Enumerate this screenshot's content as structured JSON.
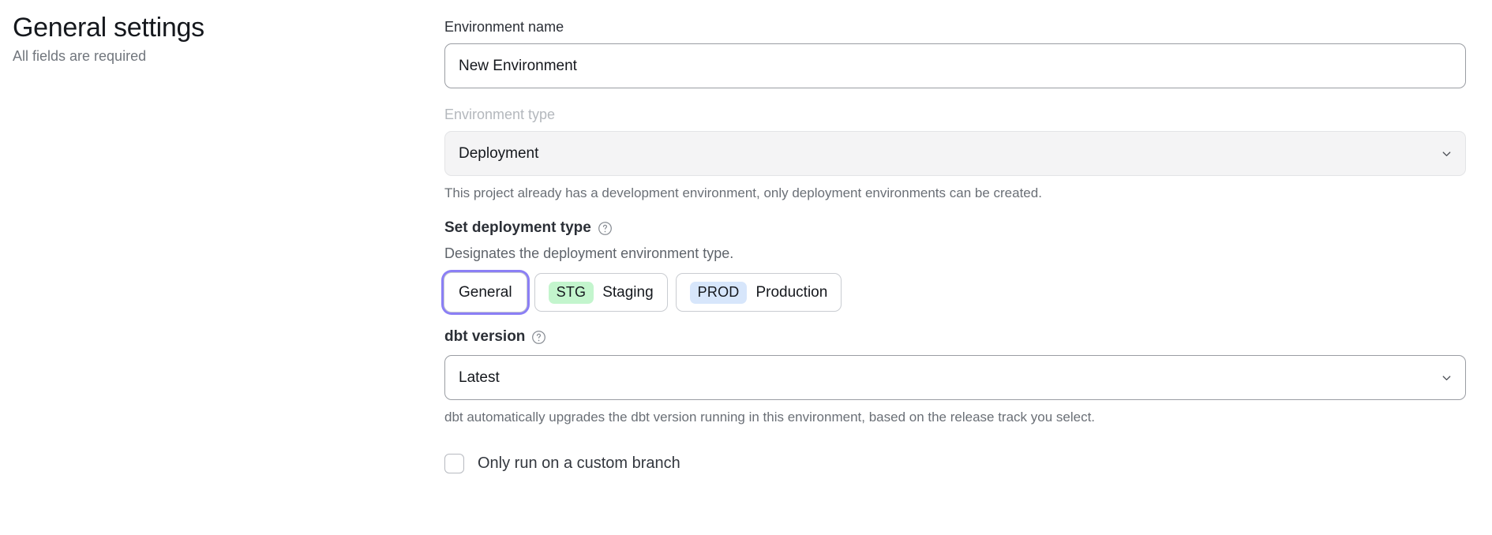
{
  "header": {
    "title": "General settings",
    "subtitle": "All fields are required"
  },
  "form": {
    "environment_name": {
      "label": "Environment name",
      "value": "New Environment",
      "placeholder": "Environment name"
    },
    "environment_type": {
      "label": "Environment type",
      "value": "Deployment",
      "disabled": true,
      "help_text": "This project already has a development environment, only deployment environments can be created.",
      "chevron_icon": "chevron-down-icon"
    },
    "deployment_type": {
      "heading": "Set deployment type",
      "help_icon": "question-circle-icon",
      "description": "Designates the deployment environment type.",
      "options": [
        {
          "badge": "",
          "label": "General",
          "selected": true,
          "badge_color": ""
        },
        {
          "badge": "STG",
          "label": "Staging",
          "selected": false,
          "badge_color": "#c3f5cd"
        },
        {
          "badge": "PROD",
          "label": "Production",
          "selected": false,
          "badge_color": "#d7e6fb"
        }
      ]
    },
    "dbt_version": {
      "heading": "dbt version",
      "help_icon": "question-circle-icon",
      "value": "Latest",
      "help_text": "dbt automatically upgrades the dbt version running in this environment, based on the release track you select.",
      "chevron_icon": "chevron-down-icon"
    },
    "custom_branch": {
      "label": "Only run on a custom branch",
      "checked": false
    }
  },
  "colors": {
    "focus_ring": "#8b7ff5",
    "staging_badge": "#c3f5cd",
    "production_badge": "#d7e6fb",
    "disabled_bg": "#f4f4f5"
  }
}
